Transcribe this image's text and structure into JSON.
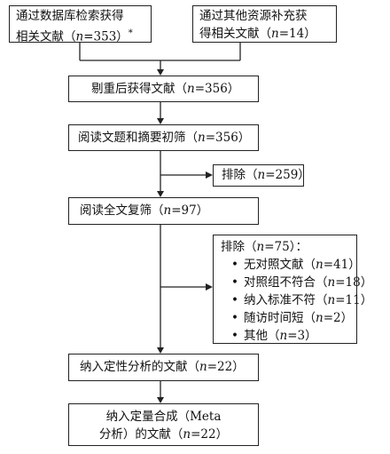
{
  "sources": {
    "left": {
      "line1": "通过数据库检索获得",
      "line2_pre": "相关文献（",
      "n_var": "n",
      "line2_post": "=353）",
      "mark": "*"
    },
    "right": {
      "line1": "通过其他资源补充获",
      "line2_pre": "得相关文献（",
      "n_var": "n",
      "line2_post": "=14）"
    }
  },
  "steps": {
    "dedup": {
      "pre": "剔重后获得文献（",
      "n_var": "n",
      "post": "=356）"
    },
    "screen_title": {
      "pre": "阅读文题和摘要初筛（",
      "n_var": "n",
      "post": "=356）"
    },
    "exclude1": {
      "pre": "排除（",
      "n_var": "n",
      "post": "=259）"
    },
    "fulltext": {
      "pre": "阅读全文复筛（",
      "n_var": "n",
      "post": "=97）"
    },
    "exclude2": {
      "header_pre": "排除（",
      "n_var": "n",
      "header_post": "=75）：",
      "items": [
        {
          "pre": "无对照文献（",
          "post": "=41）"
        },
        {
          "pre": "对照组不符合（",
          "post": "=18）"
        },
        {
          "pre": "纳入标准不符（",
          "post": "=11）"
        },
        {
          "pre": "随访时间短（",
          "post": "=2）"
        },
        {
          "pre": "其他（",
          "post": "=3）"
        }
      ]
    },
    "qualitative": {
      "pre": "纳入定性分析的文献（",
      "n_var": "n",
      "post": "=22）"
    },
    "meta": {
      "line1": "纳入定量合成（Meta",
      "line2_pre": "分析）的文献（",
      "n_var": "n",
      "line2_post": "=22）"
    }
  }
}
